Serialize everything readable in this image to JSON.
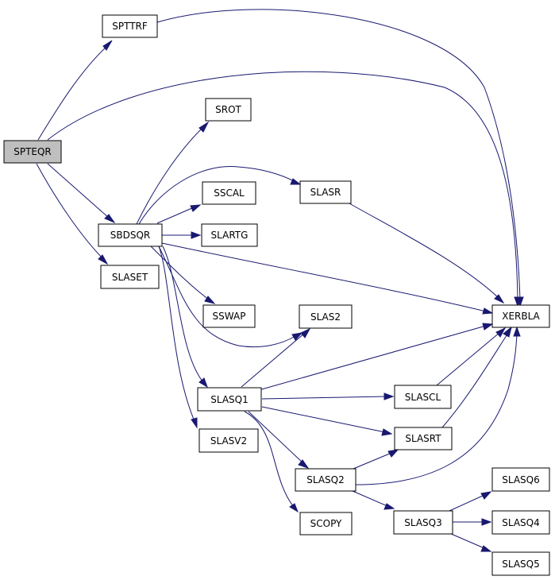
{
  "colors": {
    "edge": "#191970",
    "root_fill": "#bfbfbf",
    "node_fill": "#ffffff"
  },
  "nodes": {
    "spteqr": {
      "label": "SPTEQR"
    },
    "spttrf": {
      "label": "SPTTRF"
    },
    "xerbla": {
      "label": "XERBLA"
    },
    "sbdsqr": {
      "label": "SBDSQR"
    },
    "slaset": {
      "label": "SLASET"
    },
    "srot": {
      "label": "SROT"
    },
    "slasr": {
      "label": "SLASR"
    },
    "sscal": {
      "label": "SSCAL"
    },
    "slartg": {
      "label": "SLARTG"
    },
    "sswap": {
      "label": "SSWAP"
    },
    "slas2": {
      "label": "SLAS2"
    },
    "slasq1": {
      "label": "SLASQ1"
    },
    "slasv2": {
      "label": "SLASV2"
    },
    "slascl": {
      "label": "SLASCL"
    },
    "slasrt": {
      "label": "SLASRT"
    },
    "slasq2": {
      "label": "SLASQ2"
    },
    "scopy": {
      "label": "SCOPY"
    },
    "slasq3": {
      "label": "SLASQ3"
    },
    "slasq6": {
      "label": "SLASQ6"
    },
    "slasq4": {
      "label": "SLASQ4"
    },
    "slasq5": {
      "label": "SLASQ5"
    }
  },
  "edges": [
    {
      "from": "spteqr",
      "to": "spttrf"
    },
    {
      "from": "spteqr",
      "to": "xerbla"
    },
    {
      "from": "spteqr",
      "to": "sbdsqr"
    },
    {
      "from": "spteqr",
      "to": "slaset"
    },
    {
      "from": "spttrf",
      "to": "xerbla"
    },
    {
      "from": "sbdsqr",
      "to": "srot"
    },
    {
      "from": "sbdsqr",
      "to": "slasr"
    },
    {
      "from": "sbdsqr",
      "to": "sscal"
    },
    {
      "from": "sbdsqr",
      "to": "slartg"
    },
    {
      "from": "sbdsqr",
      "to": "xerbla"
    },
    {
      "from": "sbdsqr",
      "to": "sswap"
    },
    {
      "from": "sbdsqr",
      "to": "slas2"
    },
    {
      "from": "sbdsqr",
      "to": "slasq1"
    },
    {
      "from": "sbdsqr",
      "to": "slasv2"
    },
    {
      "from": "slasr",
      "to": "xerbla"
    },
    {
      "from": "slasq1",
      "to": "slas2"
    },
    {
      "from": "slasq1",
      "to": "xerbla"
    },
    {
      "from": "slasq1",
      "to": "slascl"
    },
    {
      "from": "slasq1",
      "to": "slasrt"
    },
    {
      "from": "slasq1",
      "to": "slasq2"
    },
    {
      "from": "slasq1",
      "to": "scopy"
    },
    {
      "from": "slascl",
      "to": "xerbla"
    },
    {
      "from": "slasrt",
      "to": "xerbla"
    },
    {
      "from": "slasq2",
      "to": "slasrt"
    },
    {
      "from": "slasq2",
      "to": "xerbla"
    },
    {
      "from": "slasq2",
      "to": "slasq3"
    },
    {
      "from": "slasq3",
      "to": "slasq6"
    },
    {
      "from": "slasq3",
      "to": "slasq4"
    },
    {
      "from": "slasq3",
      "to": "slasq5"
    }
  ]
}
